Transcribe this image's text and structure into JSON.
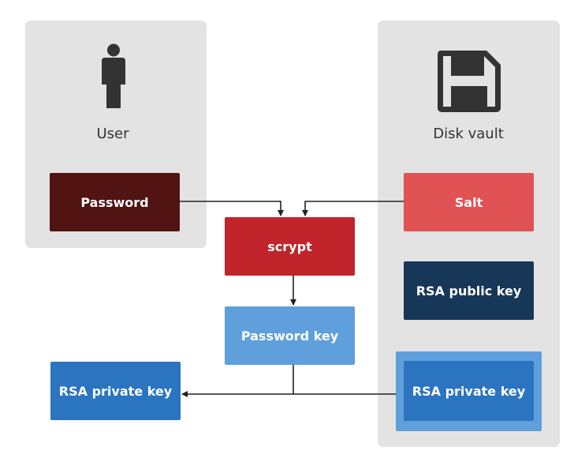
{
  "user_panel": {
    "caption": "User",
    "icon": "person-icon",
    "password_label": "Password"
  },
  "vault_panel": {
    "caption": "Disk vault",
    "icon": "floppy-disk-icon",
    "salt_label": "Salt",
    "public_key_label": "RSA public key",
    "private_key_label": "RSA private key"
  },
  "flow": {
    "scrypt_label": "scrypt",
    "password_key_label": "Password key",
    "output_private_key_label": "RSA private key"
  },
  "colors": {
    "panel_bg": "#e3e3e3",
    "password": "#521313",
    "scrypt": "#c0242a",
    "salt": "#e05254",
    "public_key": "#163757",
    "password_key": "#5f9fdb",
    "private_key": "#2b74c0",
    "private_key_highlight": "#5f9fdb",
    "icon": "#333333",
    "arrow": "#222222"
  }
}
